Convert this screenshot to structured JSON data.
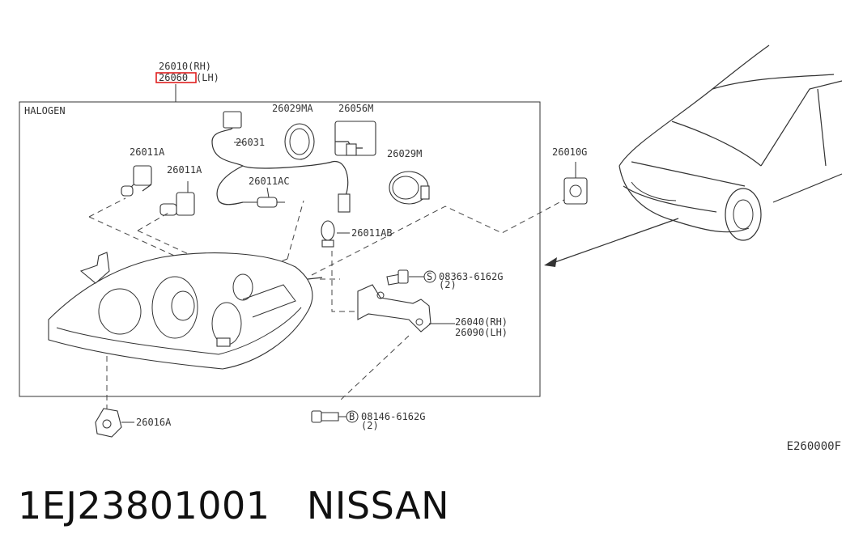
{
  "diagram": {
    "main_part": {
      "rh": "26010(RH)",
      "lh_code": "26060",
      "lh_suffix": "(LH)"
    },
    "box_title": "HALOGEN",
    "labels": {
      "p26029MA": "26029MA",
      "p26056M": "26056M",
      "p26031": "26031",
      "p26011A_1": "26011A",
      "p26011A_2": "26011A",
      "p26011AC": "26011AC",
      "p26029M": "26029M",
      "p26011AB": "26011AB",
      "p26010G": "26010G",
      "bolt_s": "08363-6162G",
      "bolt_s_qty": "(2)",
      "bolt_s_symbol": "S",
      "p26040": "26040(RH)",
      "p26090": "26090(LH)",
      "bolt_b": "08146-6162G",
      "bolt_b_qty": "(2)",
      "bolt_b_symbol": "B",
      "p26016A": "26016A"
    },
    "highlight_color": "#e02020",
    "diagram_code": "E260000F"
  },
  "footer": {
    "part_number": "1EJ23801001",
    "brand": "NISSAN"
  }
}
